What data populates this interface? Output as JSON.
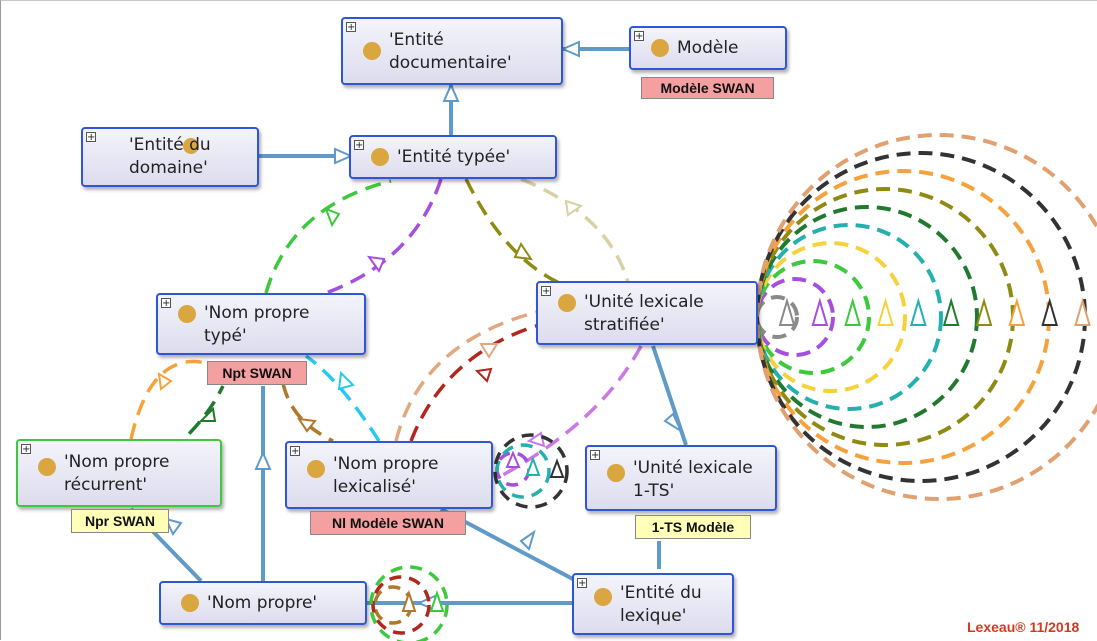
{
  "nodes": {
    "entite_documentaire": "'Entité\ndocumentaire'",
    "modele": "Modèle",
    "entite_typee": "'Entité typée'",
    "entite_domaine": "'Entité du\ndomaine'",
    "nom_propre_type": "'Nom propre\ntypé'",
    "unite_stratifiee": "'Unité lexicale\nstratifiée'",
    "nom_propre_recurrent": "'Nom propre\nrécurrent'",
    "nom_propre_lexicalise": "'Nom propre\nlexicalisé'",
    "unite_1ts": "'Unité lexicale\n1-TS'",
    "nom_propre": "'Nom propre'",
    "entite_lexique": "'Entité du\nlexique'"
  },
  "tags": {
    "modele_swan": "Modèle SWAN",
    "npt_swan": "Npt SWAN",
    "npr_swan": "Npr SWAN",
    "nl_modele_swan": "Nl Modèle SWAN",
    "ts_modele": "1-TS Modèle"
  },
  "expand_glyph": "+",
  "credit": "Lexeau® 11/2018",
  "icons": {
    "node": "class-dot-icon",
    "expand": "plus-box-icon"
  },
  "colors": {
    "node_border": "#2f56d6",
    "node_border_green": "#3cc93c",
    "class_dot": "#d9a640",
    "edge_isa": "#5f9ac9",
    "tag_pink": "#f4a0a0",
    "tag_yellow": "#ffffb8",
    "credit": "#d4381e"
  }
}
